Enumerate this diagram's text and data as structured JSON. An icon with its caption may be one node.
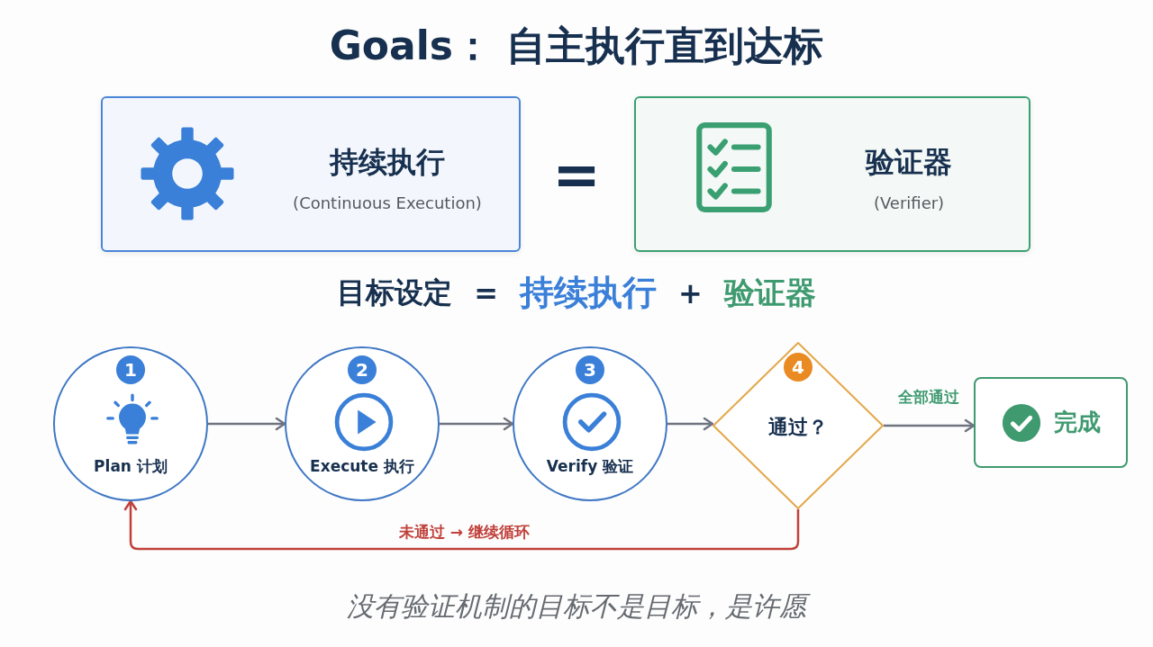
{
  "diagram": {
    "title": "Goals： 自主执行直到达标",
    "nodes": [
      {
        "text": [
          "持续执行",
          "(Continuous Execution)"
        ]
      },
      {
        "text": [
          "验证器",
          "(Verifier)"
        ]
      },
      {
        "text": [
          "1",
          "Plan 计划"
        ]
      },
      {
        "text": [
          "2",
          "Execute 执行"
        ]
      },
      {
        "text": [
          "3",
          "Verify 验证"
        ]
      },
      {
        "text": [
          "4",
          "通过？"
        ]
      },
      {
        "text": [
          "完成"
        ]
      }
    ],
    "edges": [
      {
        "from": 2,
        "to": 3,
        "arrow": "to"
      },
      {
        "from": 3,
        "to": 4,
        "arrow": "to"
      },
      {
        "from": 4,
        "to": 5,
        "arrow": "to"
      },
      {
        "from": 5,
        "to": 6,
        "arrow": "to",
        "label": "全部通过"
      },
      {
        "from": 5,
        "to": 2,
        "arrow": "to",
        "label": "未通过 → 继续循环",
        "color": "#c0413b"
      }
    ],
    "labels": [
      "=",
      "目标设定",
      "=",
      "持续执行",
      "+",
      "验证器"
    ],
    "caption": "没有验证机制的目标不是目标，是许愿"
  }
}
